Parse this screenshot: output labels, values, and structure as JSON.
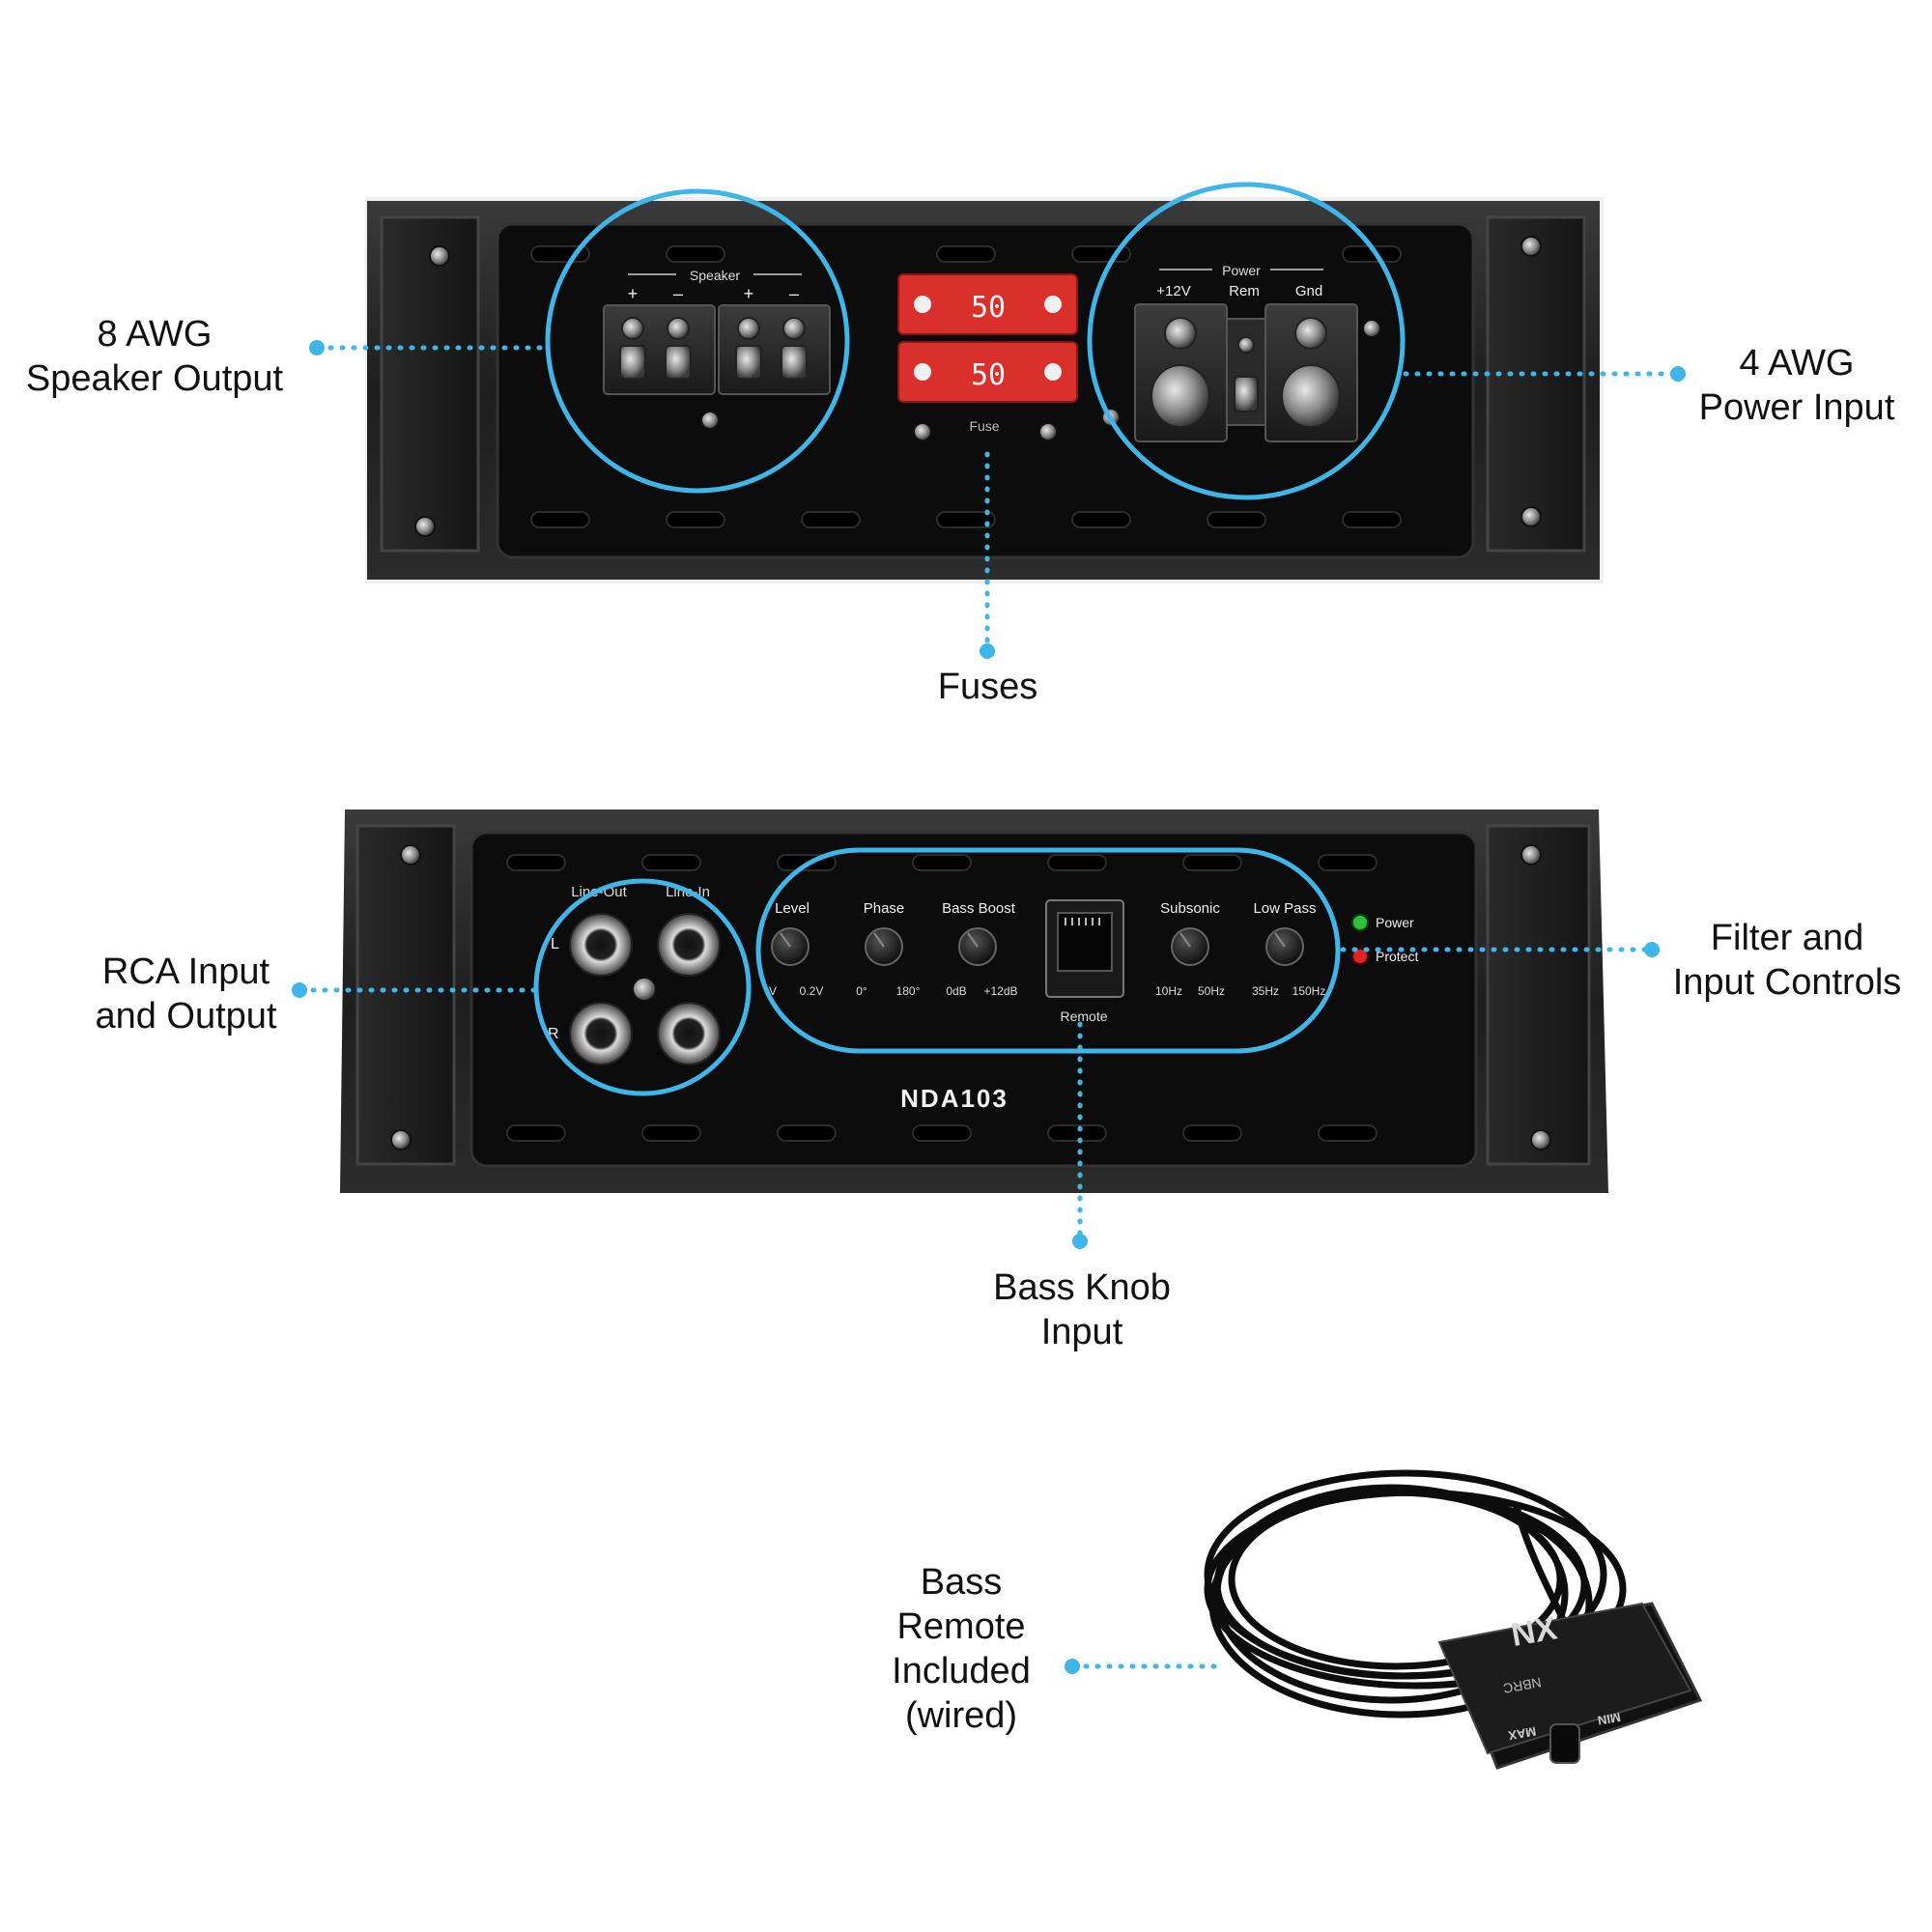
{
  "colors": {
    "accent": "#3fb5e8",
    "chassis": "#1b1b1b",
    "fuse_red": "#d9302c",
    "led_green": "#2fbf3a",
    "led_red": "#e02222"
  },
  "callouts": {
    "speaker_output": [
      "8 AWG",
      "Speaker Output"
    ],
    "power_input": [
      "4 AWG",
      "Power Input"
    ],
    "fuses": [
      "Fuses"
    ],
    "rca": [
      "RCA Input",
      "and Output"
    ],
    "filter_controls": [
      "Filter and",
      "Input Controls"
    ],
    "bass_knob": [
      "Bass Knob",
      "Input"
    ],
    "bass_remote": [
      "Bass",
      "Remote",
      "Included",
      "(wired)"
    ]
  },
  "top_panel": {
    "speaker_label": "Speaker",
    "speaker_polarity": [
      "+",
      "–",
      "+",
      "–"
    ],
    "fuse_values": [
      "50",
      "50"
    ],
    "fuse_label": "Fuse",
    "power_label": "Power",
    "power_terminals": [
      "+12V",
      "Rem",
      "Gnd"
    ]
  },
  "bottom_panel": {
    "line_out": "Line-Out",
    "line_in": "Line-In",
    "channel_l": "L",
    "channel_r": "R",
    "knobs": [
      {
        "label": "Level",
        "min": "V",
        "max": "0.2V"
      },
      {
        "label": "Phase",
        "min": "0°",
        "max": "180°"
      },
      {
        "label": "Bass Boost",
        "min": "0dB",
        "max": "+12dB"
      },
      {
        "label": "Subsonic",
        "min": "10Hz",
        "max": "50Hz"
      },
      {
        "label": "Low Pass",
        "min": "35Hz",
        "max": "150Hz"
      }
    ],
    "remote_label": "Remote",
    "led_power": "Power",
    "led_protect": "Protect",
    "model": "NDA103"
  },
  "remote_unit": {
    "logo": "NX",
    "model_text": "NBRC",
    "min_label": "MIN",
    "max_label": "MAX"
  }
}
